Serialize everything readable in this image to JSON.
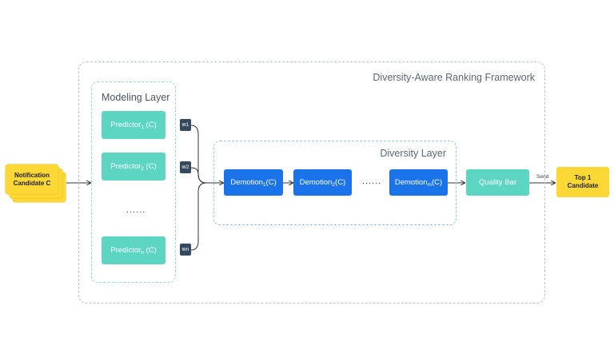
{
  "framework": {
    "title": "Diversity-Aware Ranking Framework"
  },
  "modeling_layer": {
    "title": "Modeling Layer",
    "predictors": [
      {
        "label": "Predictor",
        "sub": "1",
        "suffix": " (C)",
        "weight": "w",
        "weight_sub": "1"
      },
      {
        "label": "Predictor",
        "sub": "2",
        "suffix": " (C)",
        "weight": "w",
        "weight_sub": "2"
      },
      {
        "label": "Predictor",
        "sub": "n",
        "suffix": " (C)",
        "weight": "w",
        "weight_sub": "n"
      }
    ],
    "ellipsis": "......"
  },
  "input": {
    "label_line1": "Notification",
    "label_line2": "Candidate C"
  },
  "diversity_layer": {
    "title": "Diversity Layer",
    "demotions": [
      {
        "label": "Demotion",
        "sub": "1",
        "suffix": "(C)"
      },
      {
        "label": "Demotion",
        "sub": "2",
        "suffix": "(C)"
      },
      {
        "label": "Demotion",
        "sub": "m",
        "suffix": "(C)"
      }
    ],
    "ellipsis": "......"
  },
  "quality_bar": {
    "label": "Quality Bar"
  },
  "send_label": "Send",
  "output": {
    "label_line1": "Top 1",
    "label_line2": "Candidate"
  },
  "colors": {
    "teal": "#5cd5c2",
    "blue": "#1a73e8",
    "yellow": "#fcd836",
    "weight_box": "#34495e"
  }
}
